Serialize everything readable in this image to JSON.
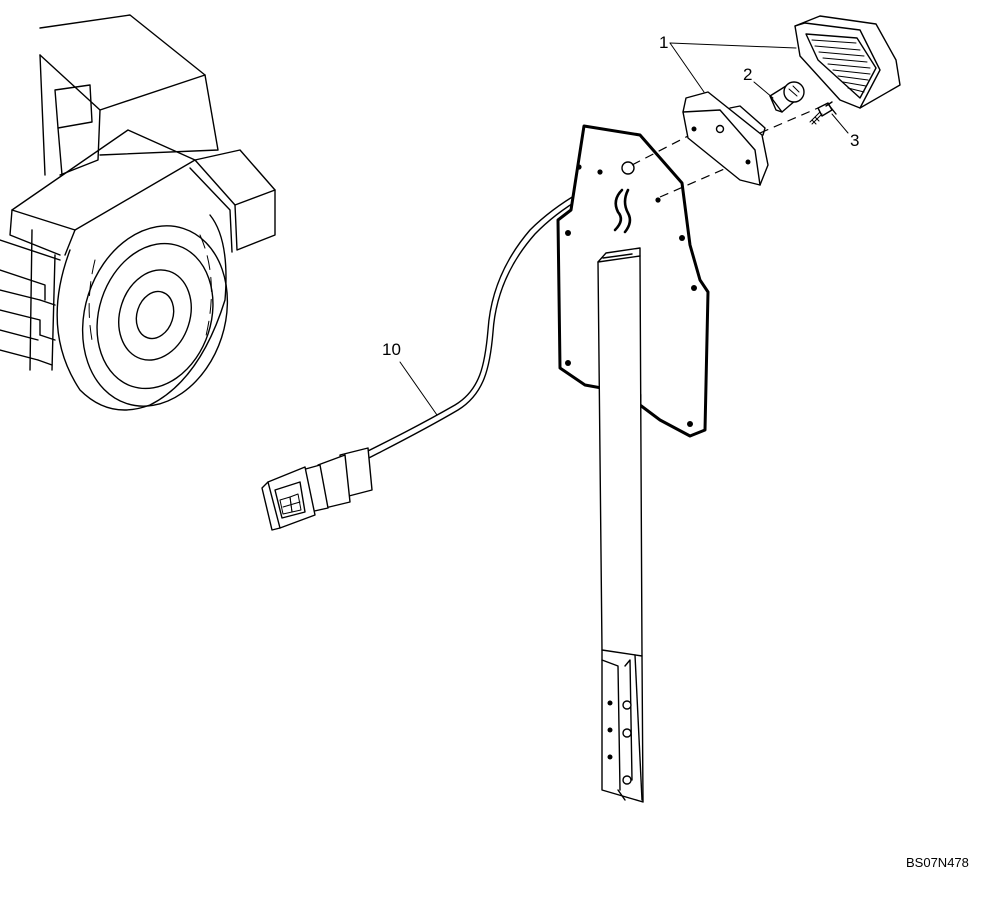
{
  "callouts": {
    "c1": "1",
    "c2": "2",
    "c3": "3",
    "c10": "10"
  },
  "drawing_code": "BS07N478"
}
